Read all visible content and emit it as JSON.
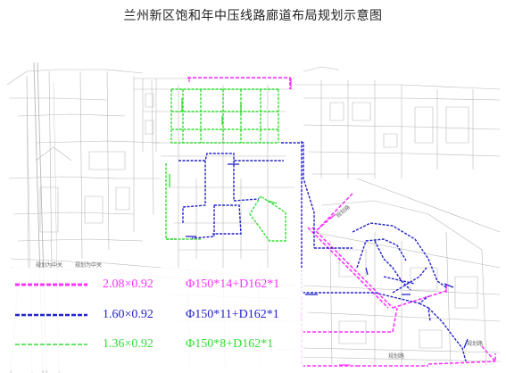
{
  "title": "兰州新区饱和年中压线路廊道布局规划示意图",
  "colors": {
    "magenta": "#ff33ff",
    "blue": "#2222cc",
    "green": "#33dd33",
    "basemap": "#b8b8b8"
  },
  "legend": [
    {
      "value": "2.08×0.92",
      "spec": "Φ150*14+D162*1",
      "color": "#ff33ff"
    },
    {
      "value": "1.60×0.92",
      "spec": "Φ150*11+D162*1",
      "color": "#2222cc"
    },
    {
      "value": "1.36×0.92",
      "spec": "Φ150*8+D162*1",
      "color": "#33dd33"
    }
  ],
  "map_labels": [
    "规划为中关",
    "规划为中关",
    "规划路",
    "规划路",
    "规划路"
  ]
}
